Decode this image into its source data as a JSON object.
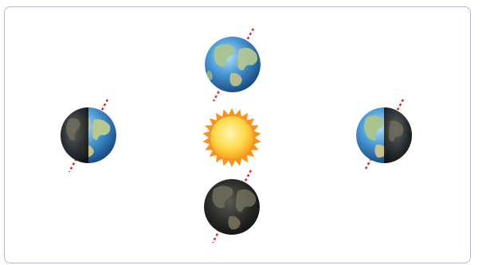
{
  "diagram": {
    "subject": "earth-orbit-seasons",
    "sun": {
      "icon": "sun-icon",
      "core_color": "#ffd94a",
      "ray_color": "#f7931e"
    },
    "earths": [
      {
        "position": "top",
        "lit_side": "full",
        "icon": "earth-globe-icon"
      },
      {
        "position": "left",
        "lit_side": "right",
        "icon": "earth-globe-icon"
      },
      {
        "position": "right",
        "lit_side": "left",
        "icon": "earth-globe-icon"
      },
      {
        "position": "bottom",
        "lit_side": "none",
        "icon": "earth-globe-icon"
      }
    ],
    "axis_color": "#e8232a",
    "ocean_color": "#2f7fc4",
    "land_color": "#9fb98a",
    "night_color": "#1b1b1b",
    "frame_color": "#b8b4d6"
  }
}
